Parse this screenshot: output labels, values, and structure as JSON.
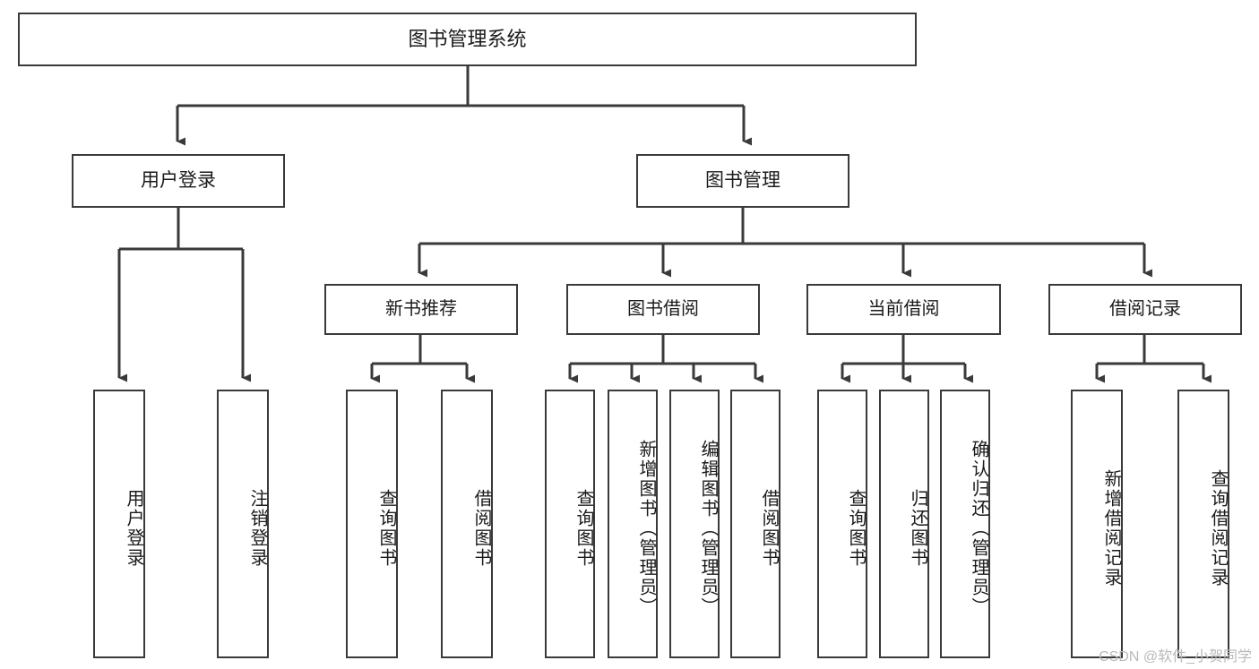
{
  "diagram": {
    "type": "tree-hierarchy",
    "title": "图书管理系统",
    "watermark": "CSDN @软件_小贺同学",
    "colors": {
      "box_border": "#3a3a3a",
      "box_fill": "#ffffff",
      "connector": "#3a3a3a",
      "text": "#1b1b1b",
      "watermark": "#b9b9b9",
      "background": "#ffffff"
    },
    "root": {
      "label": "图书管理系统"
    },
    "level1": [
      {
        "label": "用户登录"
      },
      {
        "label": "图书管理"
      }
    ],
    "level2": [
      {
        "label": "新书推荐"
      },
      {
        "label": "图书借阅"
      },
      {
        "label": "当前借阅"
      },
      {
        "label": "借阅记录"
      }
    ],
    "leaves": {
      "user_login": [
        {
          "label": "用户登录"
        },
        {
          "label": "注销登录"
        }
      ],
      "new_book_recommend": [
        {
          "label": "查询图书"
        },
        {
          "label": "借阅图书"
        }
      ],
      "book_borrow": [
        {
          "label": "查询图书"
        },
        {
          "label": "新增图书（管理员）"
        },
        {
          "label": "编辑图书（管理员）"
        },
        {
          "label": "借阅图书"
        }
      ],
      "current_borrow": [
        {
          "label": "查询图书"
        },
        {
          "label": "归还图书"
        },
        {
          "label": "确认归还（管理员）"
        }
      ],
      "borrow_record": [
        {
          "label": "新增借阅记录"
        },
        {
          "label": "查询借阅记录"
        }
      ]
    }
  }
}
